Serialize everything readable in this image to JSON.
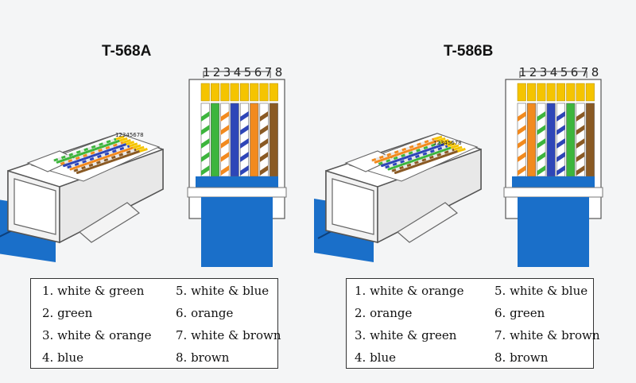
{
  "standards": [
    {
      "title": "T-568A",
      "pin_numbers": [
        "1",
        "2",
        "3",
        "4",
        "5",
        "6",
        "7",
        "8"
      ],
      "wires": [
        {
          "pin": "1",
          "label": "1. white & green",
          "base": "#ffffff",
          "stripe": "#3db53d"
        },
        {
          "pin": "2",
          "label": "2. green",
          "base": "#3db53d",
          "stripe": ""
        },
        {
          "pin": "3",
          "label": "3. white & orange",
          "base": "#ffffff",
          "stripe": "#f28a1e"
        },
        {
          "pin": "4",
          "label": "4. blue",
          "base": "#2e46b8",
          "stripe": ""
        },
        {
          "pin": "5",
          "label": "5. white & blue",
          "base": "#ffffff",
          "stripe": "#2e46b8"
        },
        {
          "pin": "6",
          "label": "6. orange",
          "base": "#f28a1e",
          "stripe": ""
        },
        {
          "pin": "7",
          "label": "7. white & brown",
          "base": "#ffffff",
          "stripe": "#8a5a24"
        },
        {
          "pin": "8",
          "label": "8. brown",
          "base": "#8a5a24",
          "stripe": ""
        }
      ]
    },
    {
      "title": "T-586B",
      "pin_numbers": [
        "1",
        "2",
        "3",
        "4",
        "5",
        "6",
        "7",
        "8"
      ],
      "wires": [
        {
          "pin": "1",
          "label": "1. white & orange",
          "base": "#ffffff",
          "stripe": "#f28a1e"
        },
        {
          "pin": "2",
          "label": "2. orange",
          "base": "#f28a1e",
          "stripe": ""
        },
        {
          "pin": "3",
          "label": "3. white & green",
          "base": "#ffffff",
          "stripe": "#3db53d"
        },
        {
          "pin": "4",
          "label": "4. blue",
          "base": "#2e46b8",
          "stripe": ""
        },
        {
          "pin": "5",
          "label": "5. white & blue",
          "base": "#ffffff",
          "stripe": "#2e46b8"
        },
        {
          "pin": "6",
          "label": "6. green",
          "base": "#3db53d",
          "stripe": ""
        },
        {
          "pin": "7",
          "label": "7. white & brown",
          "base": "#ffffff",
          "stripe": "#8a5a24"
        },
        {
          "pin": "8",
          "label": "8. brown",
          "base": "#8a5a24",
          "stripe": ""
        }
      ]
    }
  ],
  "colors": {
    "gold_contact": "#f5c400",
    "cable_jacket": "#1a6fc9",
    "connector_body": "#ffffff"
  },
  "icons": {
    "connector": "rj45-connector-icon",
    "cable": "ethernet-cable-icon"
  }
}
